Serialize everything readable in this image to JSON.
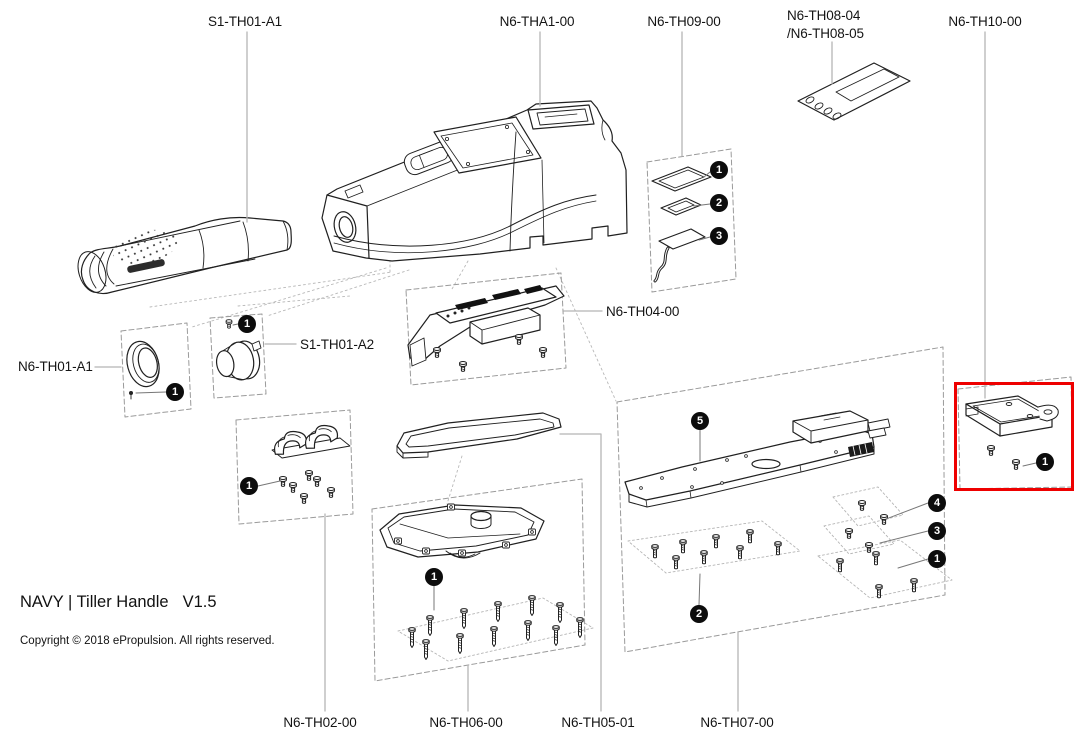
{
  "title_block": {
    "product": "NAVY | Tiller Handle",
    "version": "V1.5",
    "copyright": "Copyright © 2018 ePropulsion. All rights reserved."
  },
  "part_labels": {
    "s1_th01_a1": "S1-TH01-A1",
    "n6_tha1_00": "N6-THA1-00",
    "n6_th09_00": "N6-TH09-00",
    "n6_th08_04": "N6-TH08-04",
    "n6_th08_05": "/N6-TH08-05",
    "n6_th10_00": "N6-TH10-00",
    "n6_th01_a1": "N6-TH01-A1",
    "s1_th01_a2": "S1-TH01-A2",
    "n6_th04_00": "N6-TH04-00",
    "n6_th02_00": "N6-TH02-00",
    "n6_th06_00": "N6-TH06-00",
    "n6_th05_01": "N6-TH05-01",
    "n6_th07_00": "N6-TH07-00"
  },
  "callouts": {
    "th09_item1": "1",
    "th09_item2": "2",
    "th09_item3": "3",
    "th01a1_screw": "1",
    "th01a2_screw": "1",
    "th02_screws": "1",
    "th06_screws": "1",
    "th07_plate": "5",
    "th07_screws_main": "2",
    "th07_screws_g4": "4",
    "th07_screws_g3": "3",
    "th07_screws_g1": "1",
    "th10_screws": "1"
  },
  "highlight": {
    "color": "#ee0000"
  }
}
